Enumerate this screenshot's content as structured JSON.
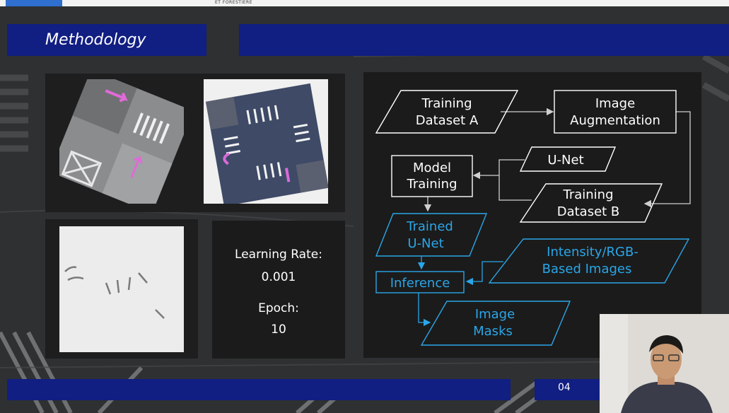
{
  "header": {
    "logo_text": "ET FORESTIÈRE",
    "title": "Methodology"
  },
  "stats": {
    "learning_rate_label": "Learning Rate:",
    "learning_rate_value": "0.001",
    "epoch_label": "Epoch:",
    "epoch_value": "10"
  },
  "flowchart": {
    "training_dataset_a": [
      "Training",
      "Dataset A"
    ],
    "image_augmentation": [
      "Image",
      "Augmentation"
    ],
    "unet": "U-Net",
    "model_training": [
      "Model",
      "Training"
    ],
    "training_dataset_b": [
      "Training",
      "Dataset B"
    ],
    "trained_unet": [
      "Trained",
      "U-Net"
    ],
    "intensity_rgb": [
      "Intensity/RGB-",
      "Based Images"
    ],
    "inference": "Inference",
    "image_masks": [
      "Image",
      "Masks"
    ]
  },
  "footer": {
    "page_number": "04"
  },
  "colors": {
    "band": "#111e82",
    "flow_white": "#ffffff",
    "flow_blue": "#2aa6e8"
  }
}
